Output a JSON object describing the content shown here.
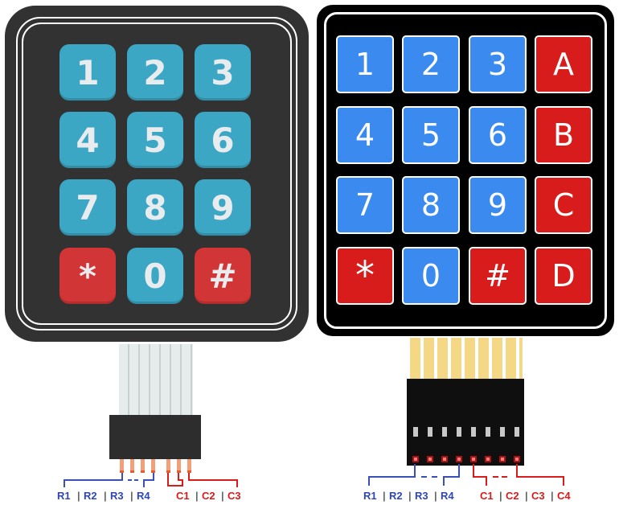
{
  "keypad_3x4": {
    "keys": [
      [
        "1",
        "2",
        "3"
      ],
      [
        "4",
        "5",
        "6"
      ],
      [
        "7",
        "8",
        "9"
      ],
      [
        "*",
        "0",
        "#"
      ]
    ],
    "pin_labels": {
      "rows": [
        "R1",
        "R2",
        "R3",
        "R4"
      ],
      "cols": [
        "C1",
        "C2",
        "C3"
      ]
    },
    "colors": {
      "key": "#3ba7c4",
      "special_key": "#d23535",
      "body": "#323232"
    }
  },
  "keypad_4x4": {
    "keys": [
      [
        "1",
        "2",
        "3",
        "A"
      ],
      [
        "4",
        "5",
        "6",
        "B"
      ],
      [
        "7",
        "8",
        "9",
        "C"
      ],
      [
        "*",
        "0",
        "#",
        "D"
      ]
    ],
    "pin_labels": {
      "rows": [
        "R1",
        "R2",
        "R3",
        "R4"
      ],
      "cols": [
        "C1",
        "C2",
        "C3",
        "C4"
      ]
    },
    "colors": {
      "key": "#3a8af0",
      "special_key": "#d81c1c",
      "body": "#000000"
    }
  },
  "separator": "|"
}
